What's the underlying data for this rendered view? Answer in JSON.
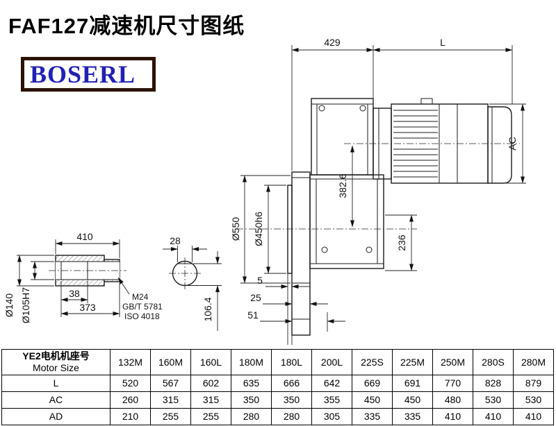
{
  "page": {
    "title": "FAF127减速机尺寸图纸",
    "logo": "BOSERL"
  },
  "drawing": {
    "dims": {
      "top_width": "429",
      "motor_length": "L",
      "motor_ac": "AC",
      "flange_od": "Ø550",
      "spigot_d": "Ø450h6",
      "center_382": "382.6",
      "dim_236": "236",
      "shaft_len": "410",
      "key_width": "28",
      "dim_38": "38",
      "dim_373": "373",
      "shaft_od": "Ø140",
      "bore_d": "Ø105H7",
      "thread_spec": "M24",
      "thread_std1": "GB/T 5781",
      "thread_std2": "ISO 4018",
      "key_height": "106.4",
      "off_5": "5",
      "off_25": "25",
      "off_51": "51"
    }
  },
  "table": {
    "header_cn": "YE2电机机座号",
    "header_en": "Motor Size",
    "columns": [
      "132M",
      "160M",
      "160L",
      "180M",
      "180L",
      "200L",
      "225S",
      "225M",
      "250M",
      "280S",
      "280M"
    ],
    "rows": [
      {
        "label": "L",
        "values": [
          520,
          567,
          602,
          635,
          666,
          642,
          669,
          691,
          770,
          828,
          879
        ]
      },
      {
        "label": "AC",
        "values": [
          260,
          315,
          315,
          350,
          350,
          355,
          450,
          450,
          480,
          530,
          530
        ]
      },
      {
        "label": "AD",
        "values": [
          210,
          255,
          255,
          280,
          280,
          305,
          335,
          335,
          410,
          410,
          410
        ]
      }
    ]
  }
}
